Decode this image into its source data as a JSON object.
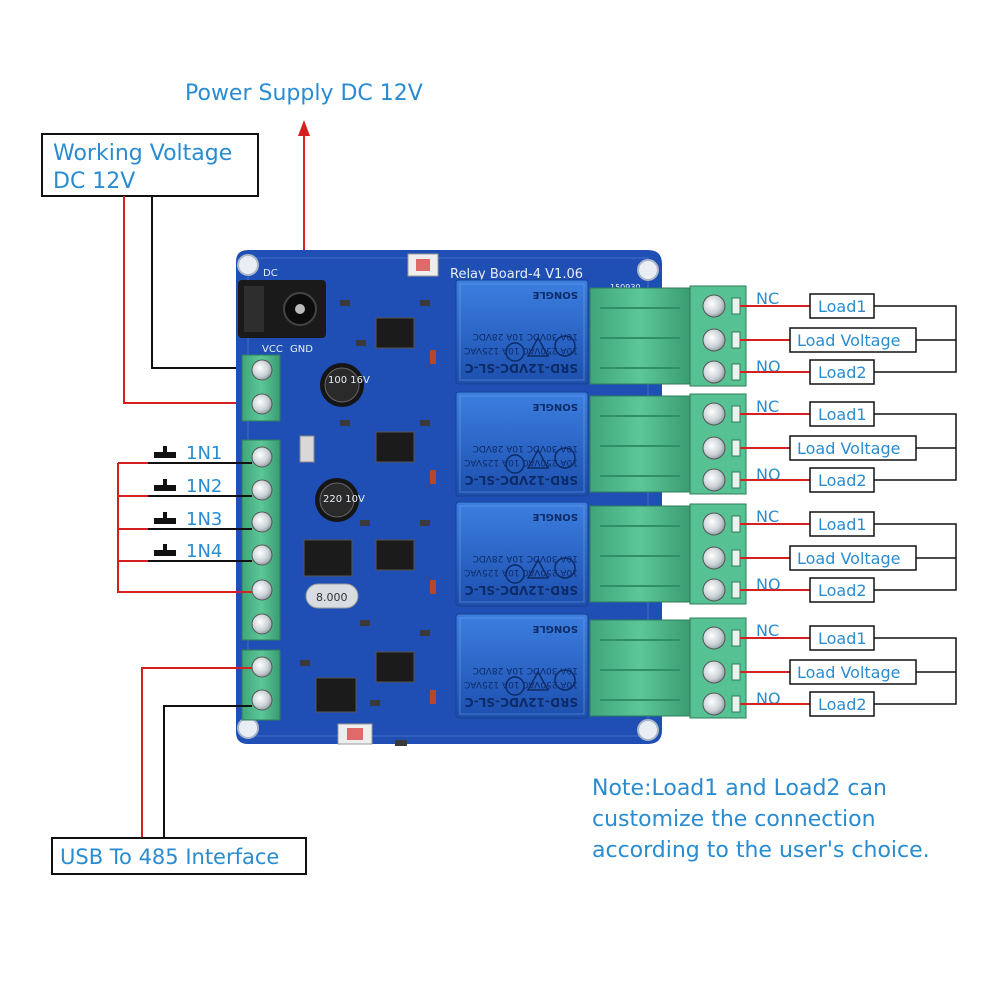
{
  "labels": {
    "power_supply": "Power Supply DC 12V",
    "working_voltage_line1": "Working Voltage",
    "working_voltage_line2": "DC 12V",
    "usb_485": "USB To 485 Interface",
    "note_line1": "Note:Load1 and Load2 can",
    "note_line2": "customize the connection",
    "note_line3": "according to the user's choice."
  },
  "board": {
    "title": "Relay Board-4  V1.06",
    "code": "150930",
    "dc_label": "DC",
    "vcc_label": "VCC",
    "gnd_label": "GND",
    "crystal": "8.000",
    "cap1": "100 16V",
    "cap2": "220 10V"
  },
  "inputs": [
    "1N1",
    "1N2",
    "1N3",
    "1N4"
  ],
  "relay_text": {
    "model": "SRD-12VDC-SL-C",
    "rating1": "10A 250VAC  10A 125VAC",
    "rating2": "10A 30VDC  10A 28VDC",
    "brand": "SONGLE"
  },
  "channels": [
    {
      "nc": "NC",
      "no": "NO",
      "load1": "Load1",
      "voltage": "Load Voltage",
      "load2": "Load2"
    },
    {
      "nc": "NC",
      "no": "NO",
      "load1": "Load1",
      "voltage": "Load Voltage",
      "load2": "Load2"
    },
    {
      "nc": "NC",
      "no": "NO",
      "load1": "Load1",
      "voltage": "Load Voltage",
      "load2": "Load2"
    },
    {
      "nc": "NC",
      "no": "NO",
      "load1": "Load1",
      "voltage": "Load Voltage",
      "load2": "Load2"
    }
  ],
  "colors": {
    "label_blue": "#2a8cd0",
    "pcb_blue": "#1f4fb4",
    "terminal_green": "#4cb88a",
    "wire_red": "#d42020",
    "wire_black": "#111111"
  }
}
